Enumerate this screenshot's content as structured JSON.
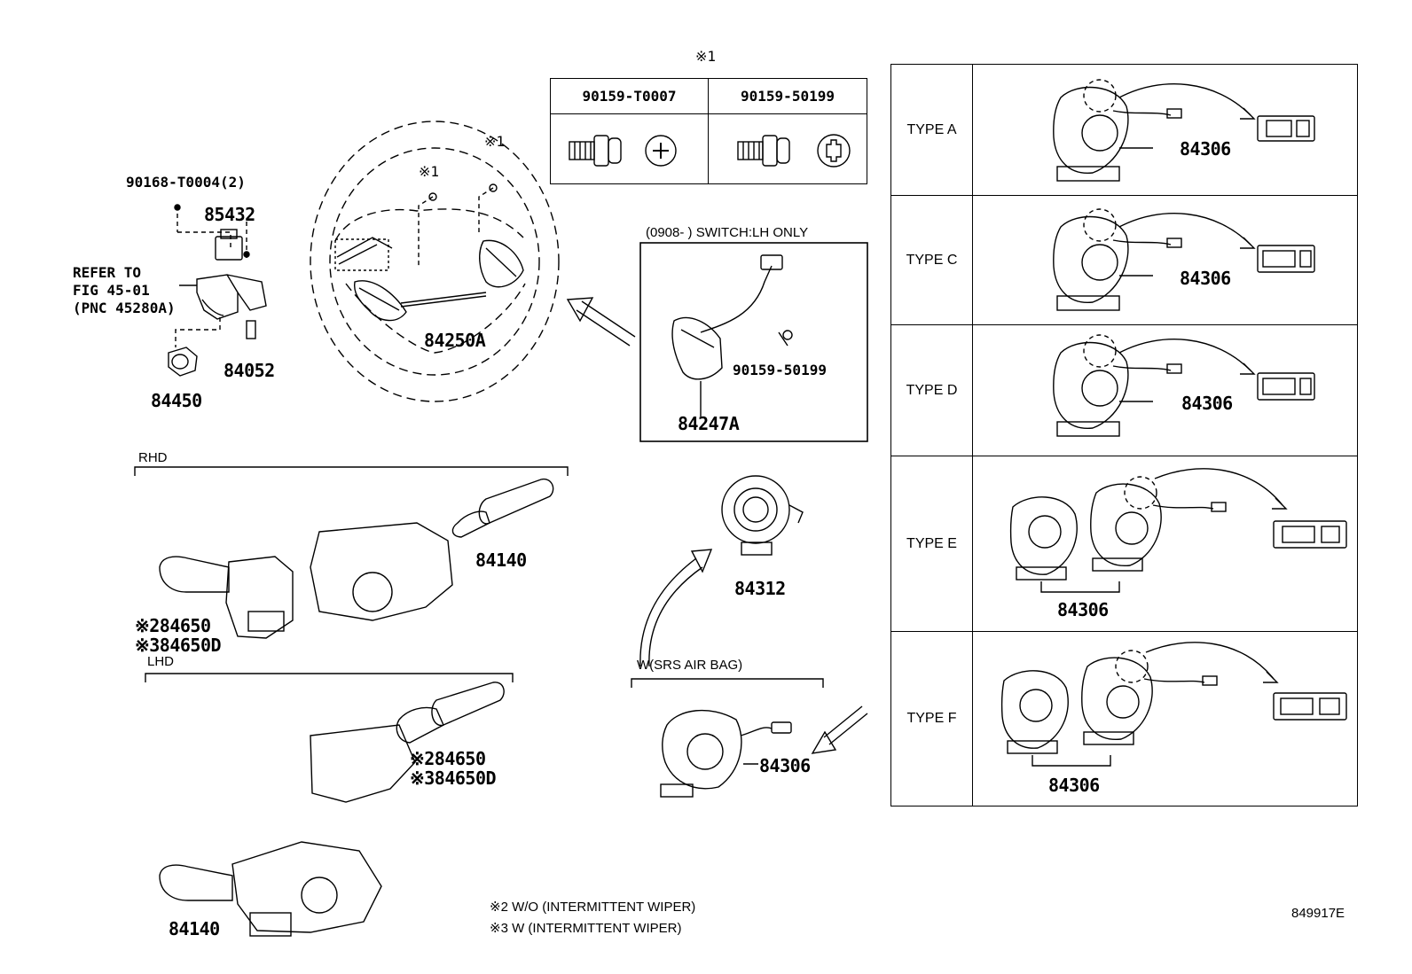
{
  "labels": {
    "p90168": "90168-T0004(2)",
    "p85432": "85432",
    "refer1": "REFER TO",
    "refer2": "FIG 45-01",
    "refer3": "(PNC 45280A)",
    "p84052": "84052",
    "p84450": "84450",
    "p84250a": "84250A",
    "mark1_a": "※1",
    "mark1_b": "※1",
    "mark1_top": "※1",
    "switch_title": "(0908-    ) SWITCH:LH ONLY",
    "p90159_50199_sw": "90159-50199",
    "p84247a": "84247A",
    "rhd": "RHD",
    "lhd": "LHD",
    "p84140_rhd": "84140",
    "p84650_rhd": "※284650",
    "p84650d_rhd": "※384650D",
    "p84650_lhd": "※284650",
    "p84650d_lhd": "※384650D",
    "p84140_lhd": "84140",
    "p84312": "84312",
    "srs": "W(SRS AIR BAG)",
    "p84306_srs": "84306",
    "note2": "※2 W/O (INTERMITTENT WIPER)",
    "note3": "※3 W (INTERMITTENT WIPER)",
    "fig_id": "849917E"
  },
  "screws": {
    "left": "90159-T0007",
    "right": "90159-50199"
  },
  "types": [
    {
      "name": "TYPE A",
      "part": "84306"
    },
    {
      "name": "TYPE C",
      "part": "84306"
    },
    {
      "name": "TYPE D",
      "part": "84306"
    },
    {
      "name": "TYPE E",
      "part": "84306"
    },
    {
      "name": "TYPE F",
      "part": "84306"
    }
  ]
}
